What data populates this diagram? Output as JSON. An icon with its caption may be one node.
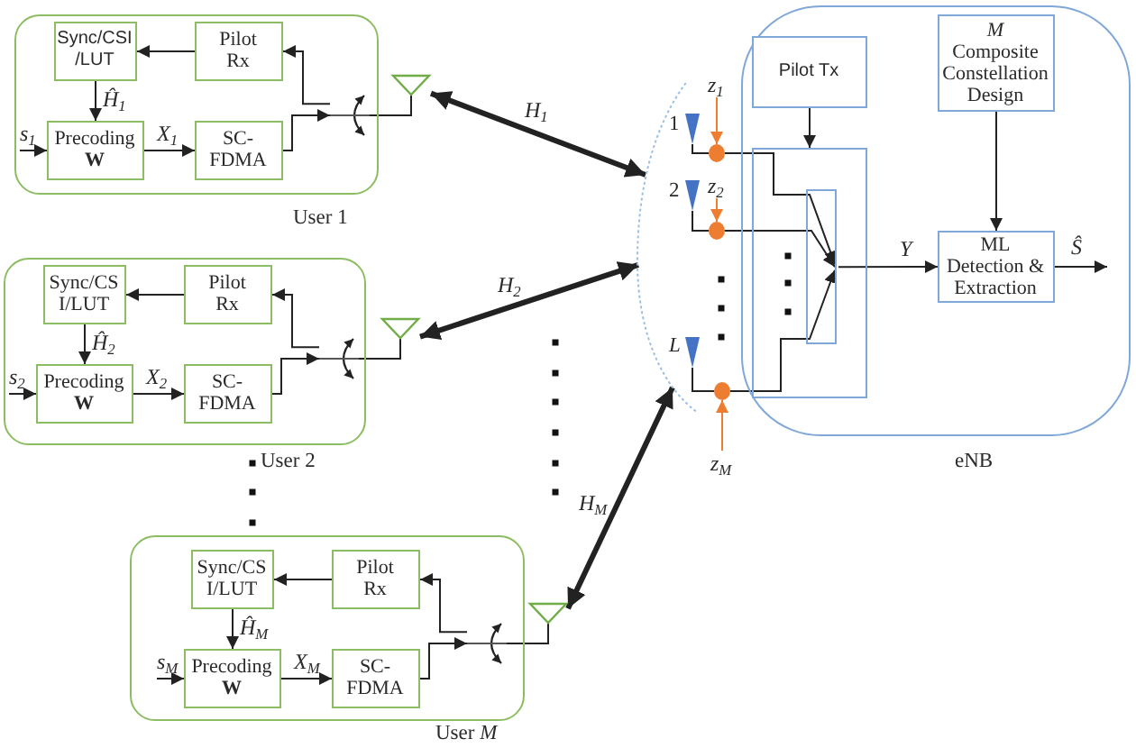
{
  "diagram": {
    "nodes": [
      {
        "text": [
          "User 1"
        ]
      },
      {
        "text": [
          "Sync/CSI /LUT"
        ],
        "in": 0
      },
      {
        "text": [
          "Pilot Rx"
        ],
        "in": 0
      },
      {
        "text": [
          "Precoding **W**"
        ],
        "in": 0
      },
      {
        "text": [
          "SC- FDMA"
        ],
        "in": 0
      },
      {
        "text": [],
        "shape": "switch",
        "in": 0
      },
      {
        "text": [],
        "shape": "triangle"
      },
      {
        "text": [
          "User 2"
        ]
      },
      {
        "text": [
          "Sync/CS I/LUT"
        ],
        "in": 7
      },
      {
        "text": [
          "Pilot Rx"
        ],
        "in": 7
      },
      {
        "text": [
          "Precoding **W**"
        ],
        "in": 7
      },
      {
        "text": [
          "SC- FDMA"
        ],
        "in": 7
      },
      {
        "text": [],
        "shape": "switch",
        "in": 7
      },
      {
        "text": [],
        "shape": "triangle"
      },
      {
        "text": [
          "User *M*"
        ]
      },
      {
        "text": [
          "Sync/CS I/LUT"
        ],
        "in": 14
      },
      {
        "text": [
          "Pilot Rx"
        ],
        "in": 14
      },
      {
        "text": [
          "Precoding **W**"
        ],
        "in": 14
      },
      {
        "text": [
          "SC- FDMA"
        ],
        "in": 14
      },
      {
        "text": [],
        "shape": "switch",
        "in": 14
      },
      {
        "text": [],
        "shape": "triangle"
      },
      {
        "text": [],
        "shape": "ellipse"
      },
      {
        "text": [],
        "shape": "triangle",
        "in": 21,
        "beside": [
          "1"
        ]
      },
      {
        "text": [],
        "shape": "triangle",
        "in": 21,
        "beside": [
          "2"
        ]
      },
      {
        "text": [],
        "shape": "triangle",
        "in": 21,
        "beside": [
          "L"
        ]
      },
      {
        "text": [],
        "shape": "circle"
      },
      {
        "text": [],
        "shape": "circle"
      },
      {
        "text": [],
        "shape": "circle"
      },
      {
        "text": [
          "z$_{1}$"
        ]
      },
      {
        "text": [
          "z$_{2}$"
        ]
      },
      {
        "text": [
          "z$_{M}$"
        ]
      },
      {
        "text": [
          "eNB"
        ]
      },
      {
        "text": [
          "Pilot Tx"
        ],
        "in": 31
      },
      {
        "text": [
          "M",
          "Composite Constellation Design"
        ],
        "in": 31
      },
      {
        "text": [],
        "shape": "box",
        "in": 31
      },
      {
        "text": [],
        "shape": "box",
        "in": 34
      },
      {
        "text": [
          "ML Detection & Extraction"
        ],
        "in": 31
      }
    ],
    "edges": [
      {
        "from": 2,
        "to": 1,
        "arrow": "to"
      },
      {
        "from": 1,
        "to": 3,
        "arrow": "to",
        "label": "Ĥ$_{1}$"
      },
      {
        "from": null,
        "to": 3,
        "arrow": "to",
        "label": "s$_{1}$"
      },
      {
        "from": 3,
        "to": 4,
        "arrow": "to",
        "label": "X$_{1}$"
      },
      {
        "from": 4,
        "to": 5,
        "arrow": "to"
      },
      {
        "from": 5,
        "to": 2,
        "arrow": "to"
      },
      {
        "from": 5,
        "to": 6,
        "arrow": "none"
      },
      {
        "from": 6,
        "to": 21,
        "arrow": "both",
        "label": "H$_{1}$",
        "style": "thick"
      },
      {
        "from": 9,
        "to": 8,
        "arrow": "to"
      },
      {
        "from": 8,
        "to": 10,
        "arrow": "to",
        "label": "Ĥ$_{2}$"
      },
      {
        "from": null,
        "to": 10,
        "arrow": "to",
        "label": "s$_{2}$"
      },
      {
        "from": 10,
        "to": 11,
        "arrow": "to",
        "label": "X$_{2}$"
      },
      {
        "from": 11,
        "to": 12,
        "arrow": "to"
      },
      {
        "from": 12,
        "to": 9,
        "arrow": "to"
      },
      {
        "from": 12,
        "to": 13,
        "arrow": "none"
      },
      {
        "from": 13,
        "to": 21,
        "arrow": "both",
        "label": "H$_{2}$",
        "style": "thick"
      },
      {
        "from": 16,
        "to": 15,
        "arrow": "to"
      },
      {
        "from": 15,
        "to": 17,
        "arrow": "to",
        "label": "Ĥ$_{M}$"
      },
      {
        "from": null,
        "to": 17,
        "arrow": "to",
        "label": "s$_{M}$"
      },
      {
        "from": 17,
        "to": 18,
        "arrow": "to",
        "label": "X$_{M}$"
      },
      {
        "from": 18,
        "to": 19,
        "arrow": "to"
      },
      {
        "from": 19,
        "to": 16,
        "arrow": "to"
      },
      {
        "from": 19,
        "to": 20,
        "arrow": "none"
      },
      {
        "from": 20,
        "to": 21,
        "arrow": "both",
        "label": "H$_{M}$",
        "style": "thick"
      },
      {
        "from": 22,
        "to": 25,
        "arrow": "none"
      },
      {
        "from": 23,
        "to": 26,
        "arrow": "none"
      },
      {
        "from": 24,
        "to": 27,
        "arrow": "none"
      },
      {
        "from": 28,
        "to": 25,
        "arrow": "to",
        "color": "#ed7d31"
      },
      {
        "from": 29,
        "to": 26,
        "arrow": "to",
        "color": "#ed7d31"
      },
      {
        "from": 30,
        "to": 27,
        "arrow": "to",
        "color": "#ed7d31"
      },
      {
        "from": 25,
        "to": 35,
        "arrow": "to"
      },
      {
        "from": 26,
        "to": 35,
        "arrow": "to"
      },
      {
        "from": 27,
        "to": 35,
        "arrow": "to"
      },
      {
        "from": 32,
        "to": 34,
        "arrow": "to"
      },
      {
        "from": 33,
        "to": 36,
        "arrow": "to"
      },
      {
        "from": 35,
        "to": 36,
        "arrow": "to",
        "label": "Y"
      },
      {
        "from": 36,
        "to": null,
        "arrow": "to",
        "label": "Ŝ"
      }
    ]
  }
}
